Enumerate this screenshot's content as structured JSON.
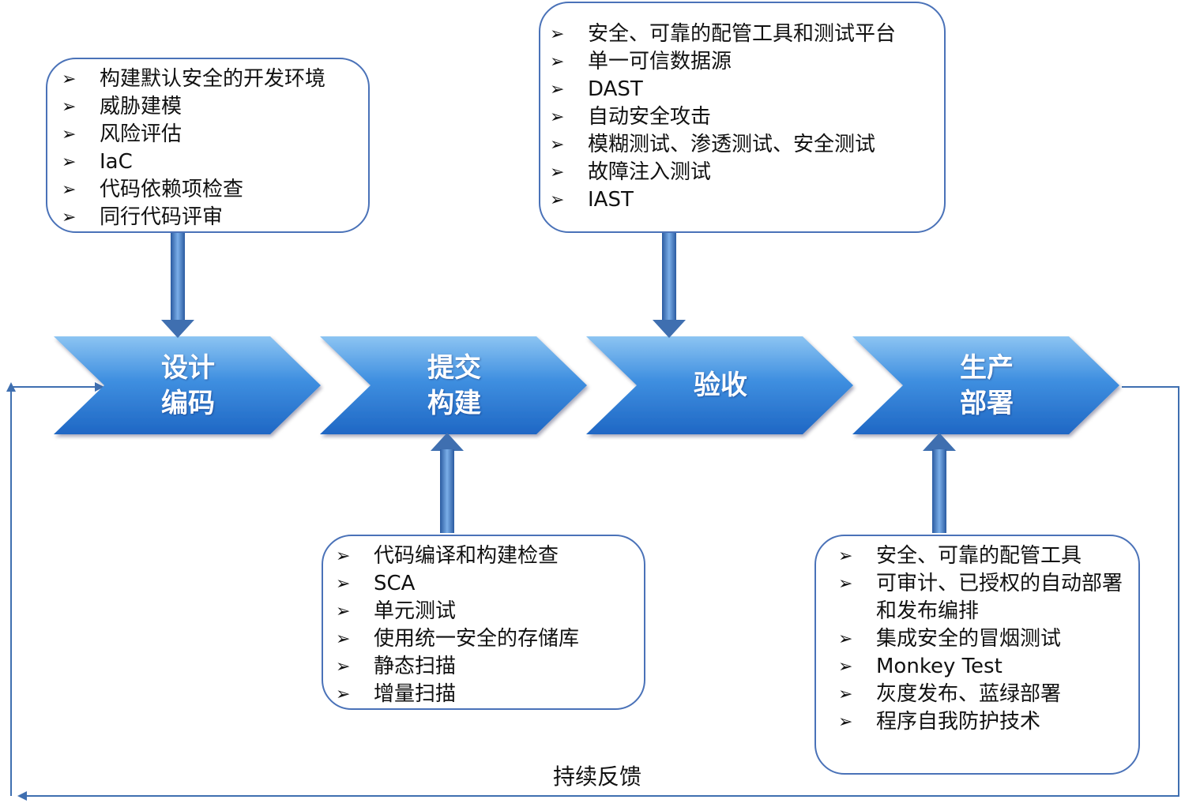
{
  "stages": [
    {
      "id": "design",
      "label": "设计\n编码"
    },
    {
      "id": "commit",
      "label": "提交\n构建"
    },
    {
      "id": "accept",
      "label": "验收"
    },
    {
      "id": "deploy",
      "label": "生产\n部署"
    }
  ],
  "boxes": {
    "design": {
      "items": [
        "构建默认安全的开发环境",
        "威胁建模",
        "风险评估",
        "IaC",
        "代码依赖项检查",
        "同行代码评审"
      ]
    },
    "accept": {
      "items": [
        "安全、可靠的配管工具和测试平台",
        "单一可信数据源",
        "DAST",
        "自动安全攻击",
        "模糊测试、渗透测试、安全测试",
        "故障注入测试",
        "IAST"
      ]
    },
    "commit": {
      "items": [
        "代码编译和构建检查",
        "SCA",
        "单元测试",
        "使用统一安全的存储库",
        "静态扫描",
        "增量扫描"
      ]
    },
    "deploy": {
      "items": [
        "安全、可靠的配管工具",
        "可审计、已授权的自动部署和发布编排",
        "集成安全的冒烟测试",
        "Monkey Test",
        "灰度发布、蓝绿部署",
        "程序自我防护技术"
      ]
    }
  },
  "feedback": {
    "label": "持续反馈"
  },
  "bullet_glyph": "➢",
  "colors": {
    "chevron": "#4a90d9",
    "border": "#4a72b8",
    "arrow": "#3f6fb0"
  }
}
